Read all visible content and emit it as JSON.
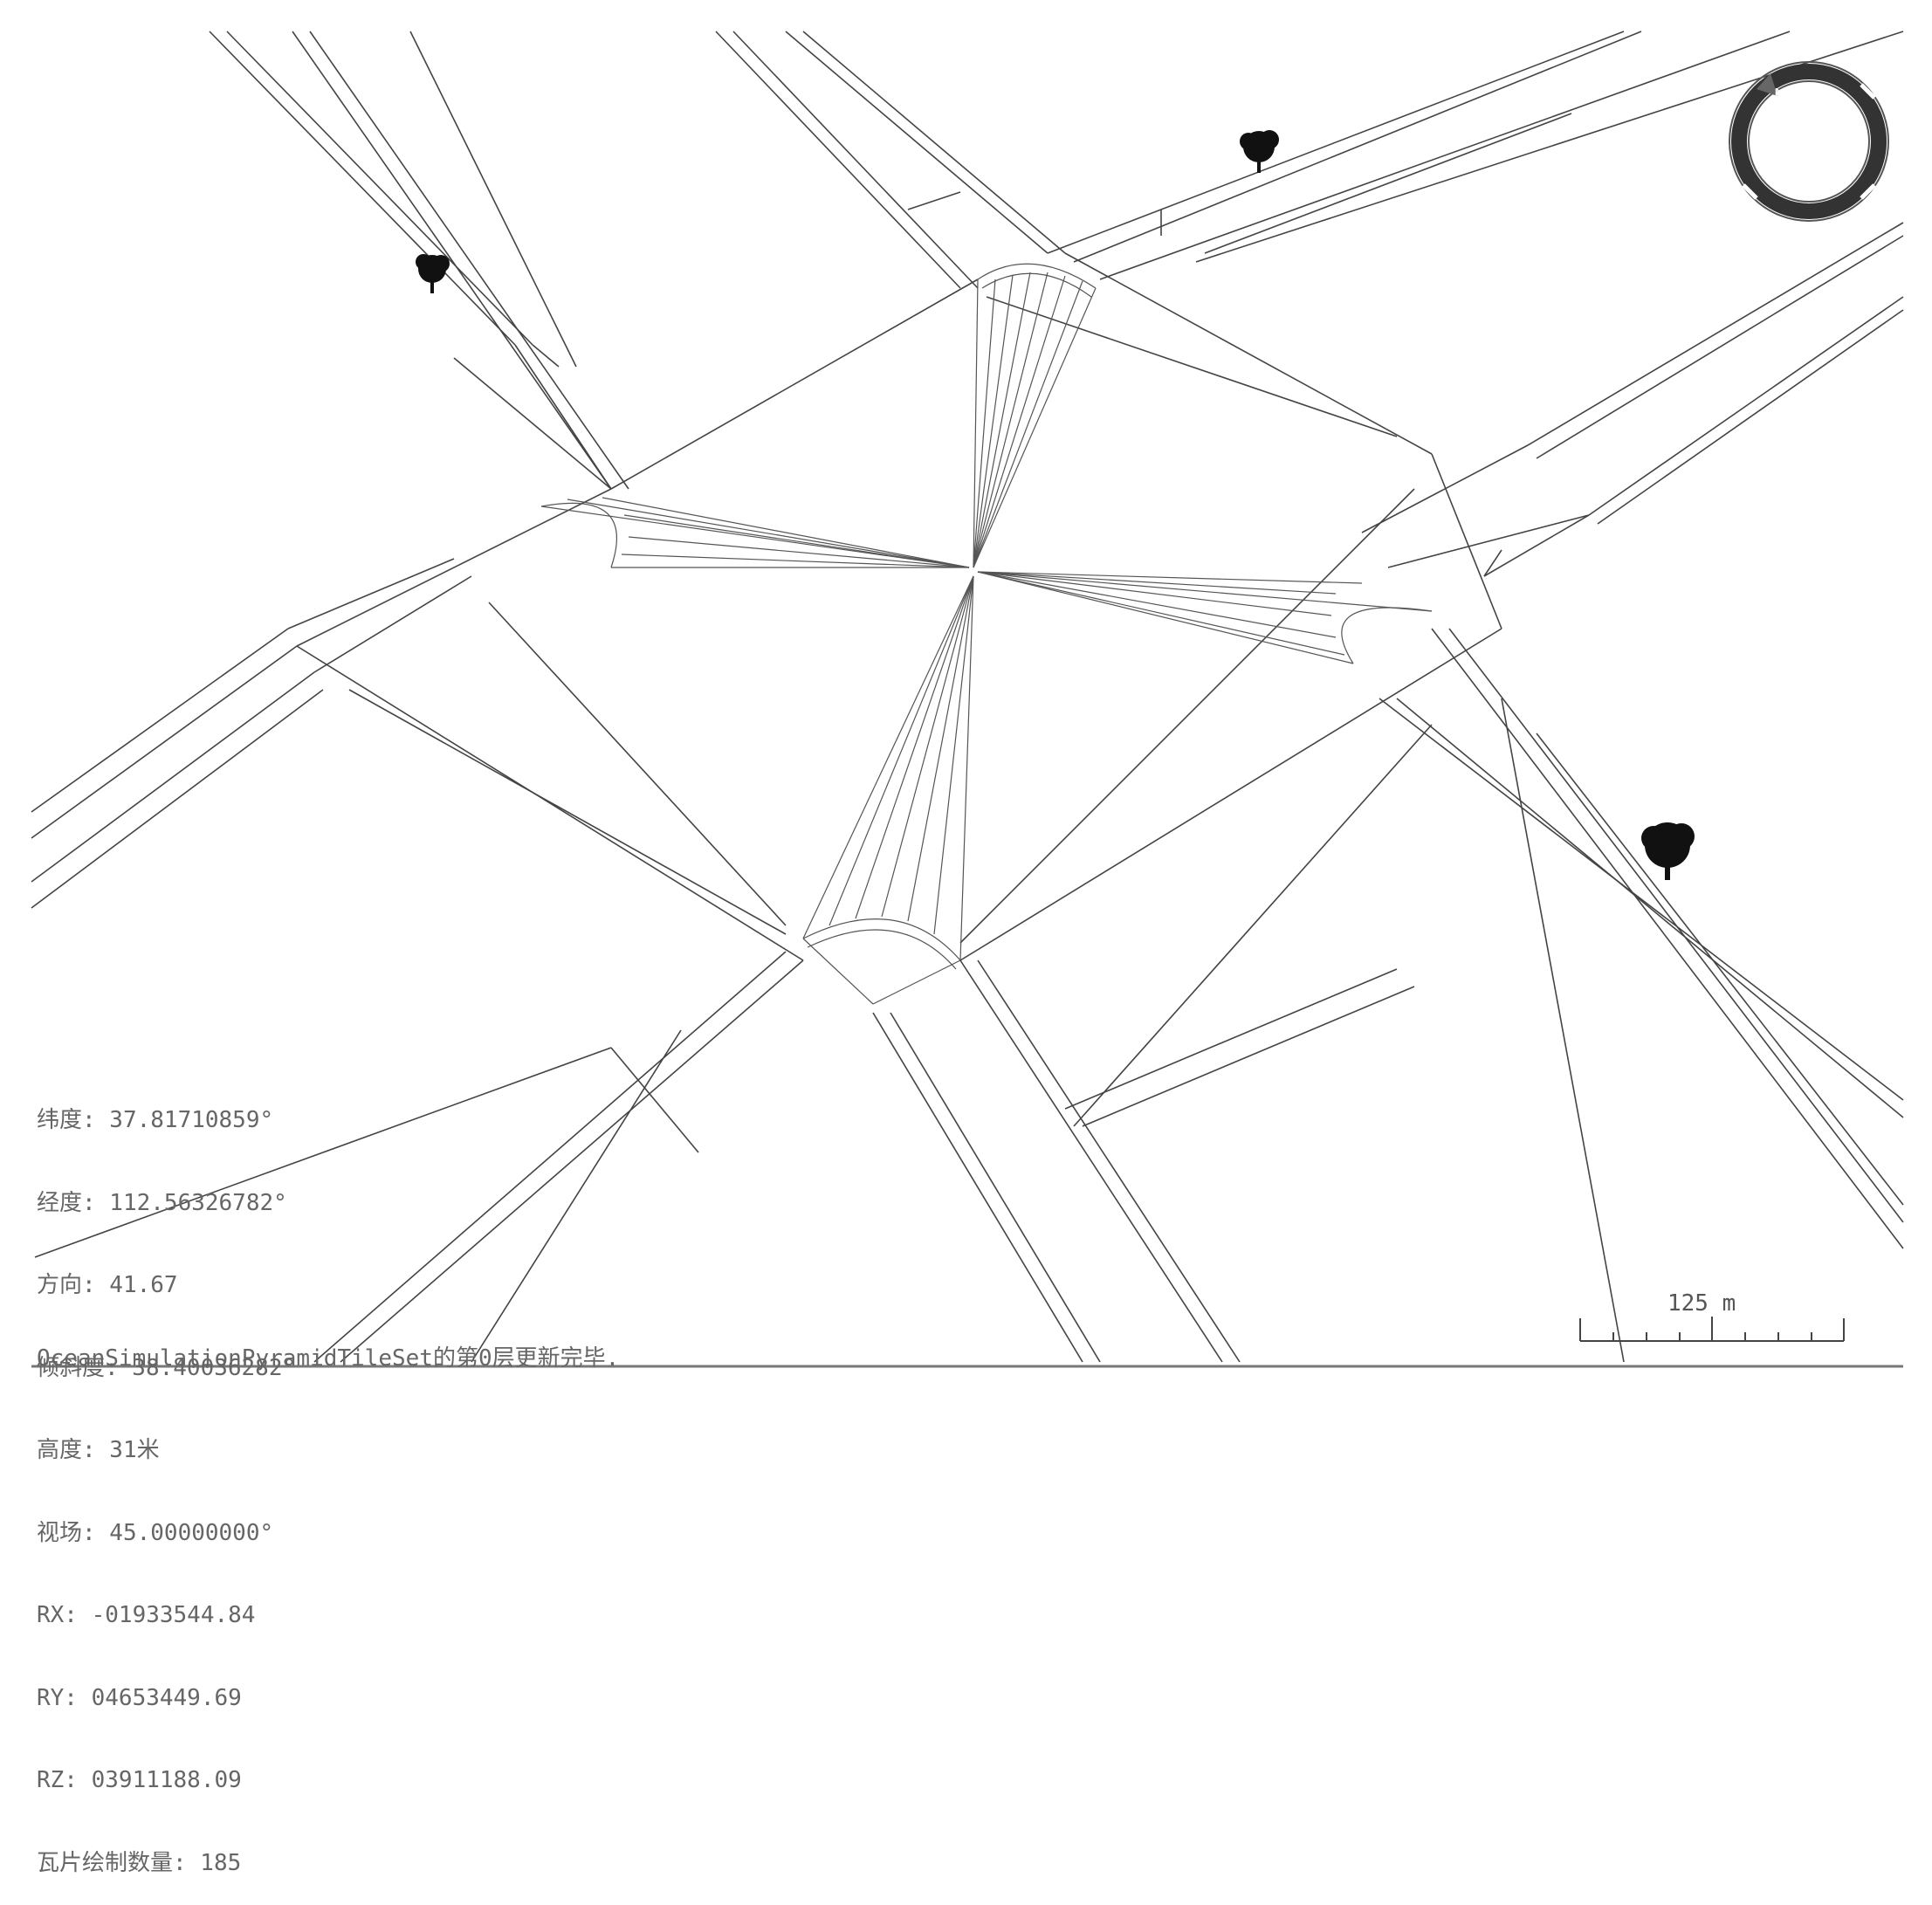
{
  "viewer": {
    "hud": {
      "latitude": "纬度: 37.81710859°",
      "longitude": "经度: 112.56326782°",
      "heading": "方向: 41.67",
      "tilt": "倾斜度: 38.40036282°",
      "altitude": "高度: 31米",
      "fov": "视场: 45.00000000°",
      "rx": "RX: -01933544.84",
      "ry": "RY: 04653449.69",
      "rz": "RZ: 03911188.09",
      "tile_count": "瓦片绘制数量: 185"
    },
    "status_message": "OceanSimulationPyramidTileSet的第0层更新完毕.",
    "scale_bar": {
      "label": "125 m"
    },
    "compass": {
      "icon": "compass-icon",
      "heading_deg": 41.67
    },
    "tree_icons": [
      "tree-icon",
      "tree-icon",
      "tree-icon"
    ],
    "colors": {
      "wire": "#444444",
      "background": "#ffffff",
      "compass": "#333333",
      "text": "#666666"
    }
  }
}
